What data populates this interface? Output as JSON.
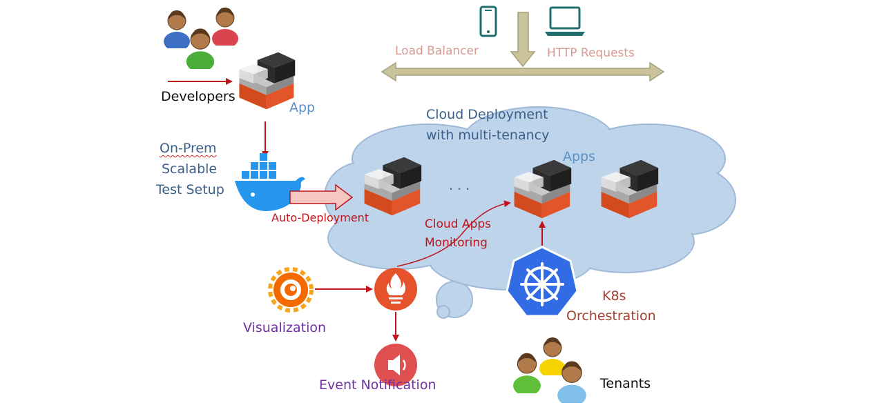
{
  "labels": {
    "load_balancer": "Load Balancer",
    "http_requests": "HTTP Requests",
    "developers": "Developers",
    "app": "App",
    "cloud_title_line1": "Cloud Deployment",
    "cloud_title_line2": "with multi-tenancy",
    "apps": "Apps",
    "onprem_line1": "On-Prem",
    "onprem_line2": "Scalable",
    "onprem_line3": "Test Setup",
    "ellipsis": ". . .",
    "auto_deployment": "Auto-Deployment",
    "cloud_apps_line1": "Cloud Apps",
    "cloud_apps_line2": "Monitoring",
    "visualization": "Visualization",
    "event_notification": "Event Notification",
    "k8s_line1": "K8s",
    "k8s_line2": "Orchestration",
    "tenants": "Tenants"
  },
  "icons": {
    "developers": "developers-group-icon",
    "tenants": "tenants-group-icon",
    "phone": "smartphone-icon",
    "laptop": "laptop-icon",
    "docker": "docker-whale-icon",
    "grafana": "grafana-icon",
    "prometheus": "prometheus-icon",
    "alert": "alert-speaker-icon",
    "kubernetes": "kubernetes-wheel-icon",
    "app_block": "app-block-icon"
  },
  "colors": {
    "cloud_fill": "#bdd4ea",
    "cloud_stroke": "#9fb9d6",
    "arrow_red": "#c0141c",
    "lb_arrow": "#c6be95",
    "app_orange": "#e2552a",
    "docker_blue": "#2496ed",
    "k8s_blue": "#326ce5",
    "grafana_orange": "#f46800",
    "prometheus_red": "#e6522c",
    "alert_red": "#e05050"
  }
}
